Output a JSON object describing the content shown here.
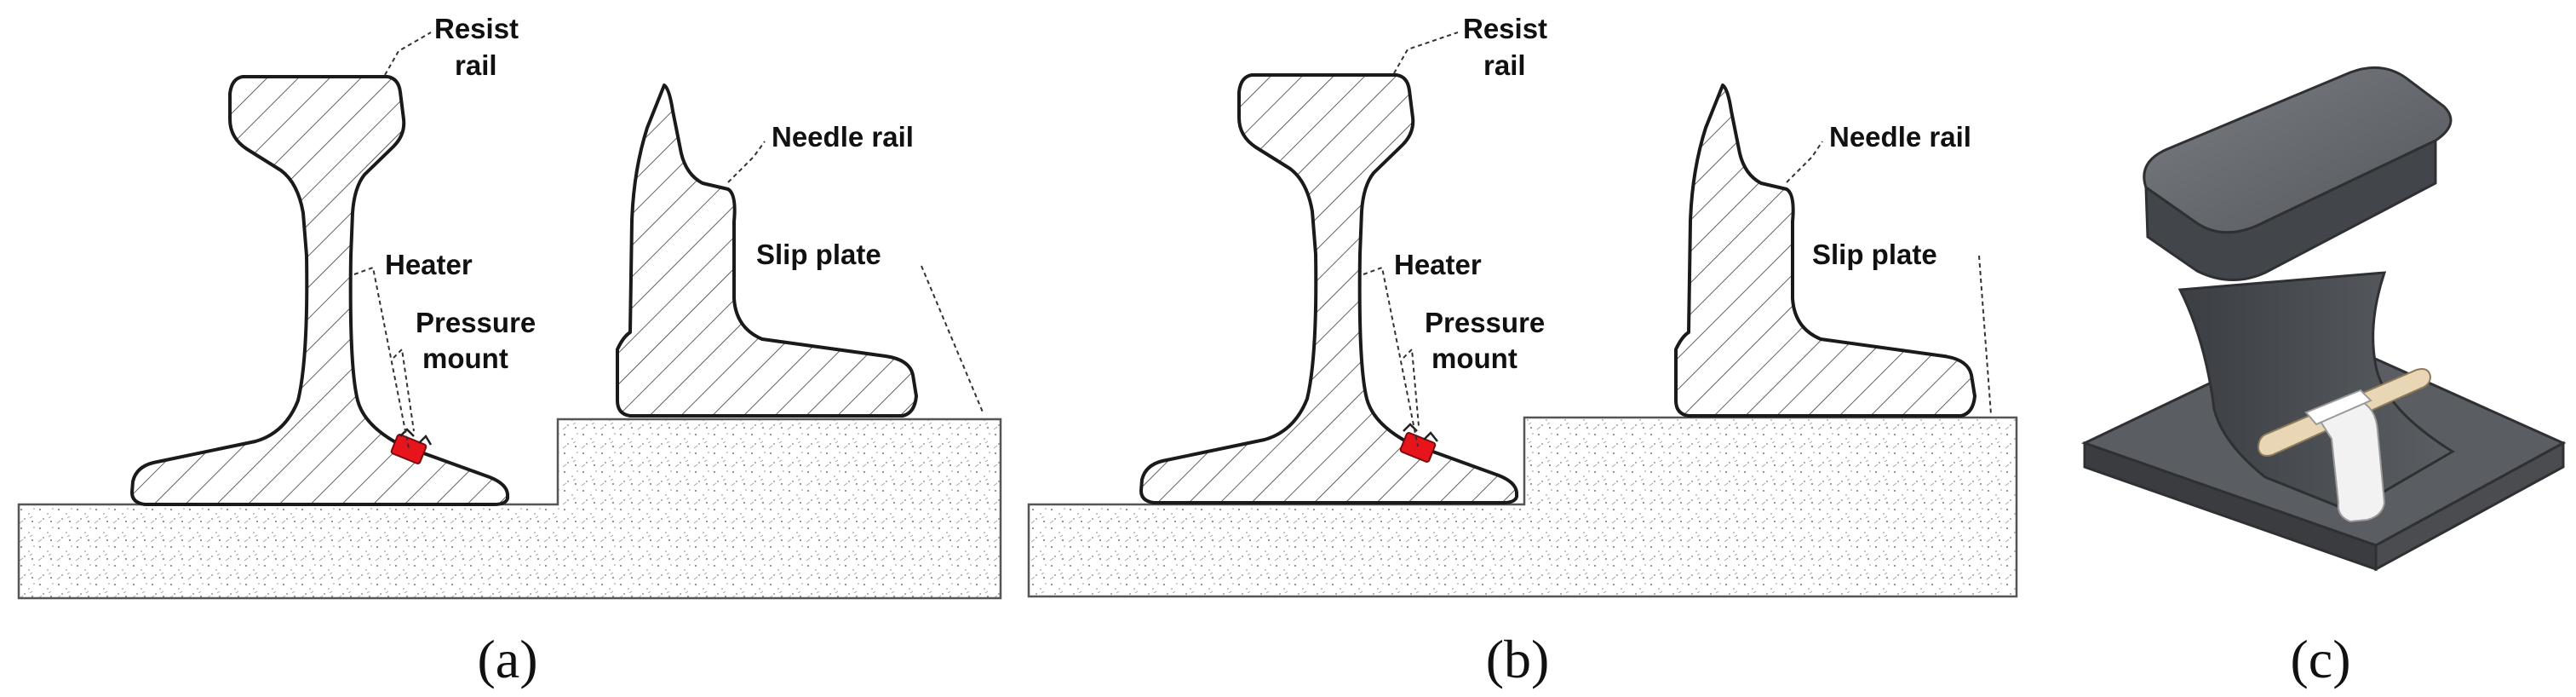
{
  "panels": [
    {
      "id": "a",
      "caption": "(a)",
      "labels": {
        "resist_rail_line1": "Resist",
        "resist_rail_line2": "rail",
        "needle_rail": "Needle rail",
        "heater": "Heater",
        "pressure_mount_line1": "Pressure",
        "pressure_mount_line2": "mount",
        "slip_plate": "Slip plate"
      }
    },
    {
      "id": "b",
      "caption": "(b)",
      "labels": {
        "resist_rail_line1": "Resist",
        "resist_rail_line2": "rail",
        "needle_rail": "Needle rail",
        "heater": "Heater",
        "pressure_mount_line1": "Pressure",
        "pressure_mount_line2": "mount",
        "slip_plate": "Slip plate"
      }
    },
    {
      "id": "c",
      "caption": "(c)"
    }
  ],
  "colors": {
    "heater": "#e8141c",
    "rail_3d": "#4a4d52",
    "rail_3d_top": "#6a6d72",
    "rod": "#e9d6b4",
    "clip": "#f2f2f2"
  }
}
